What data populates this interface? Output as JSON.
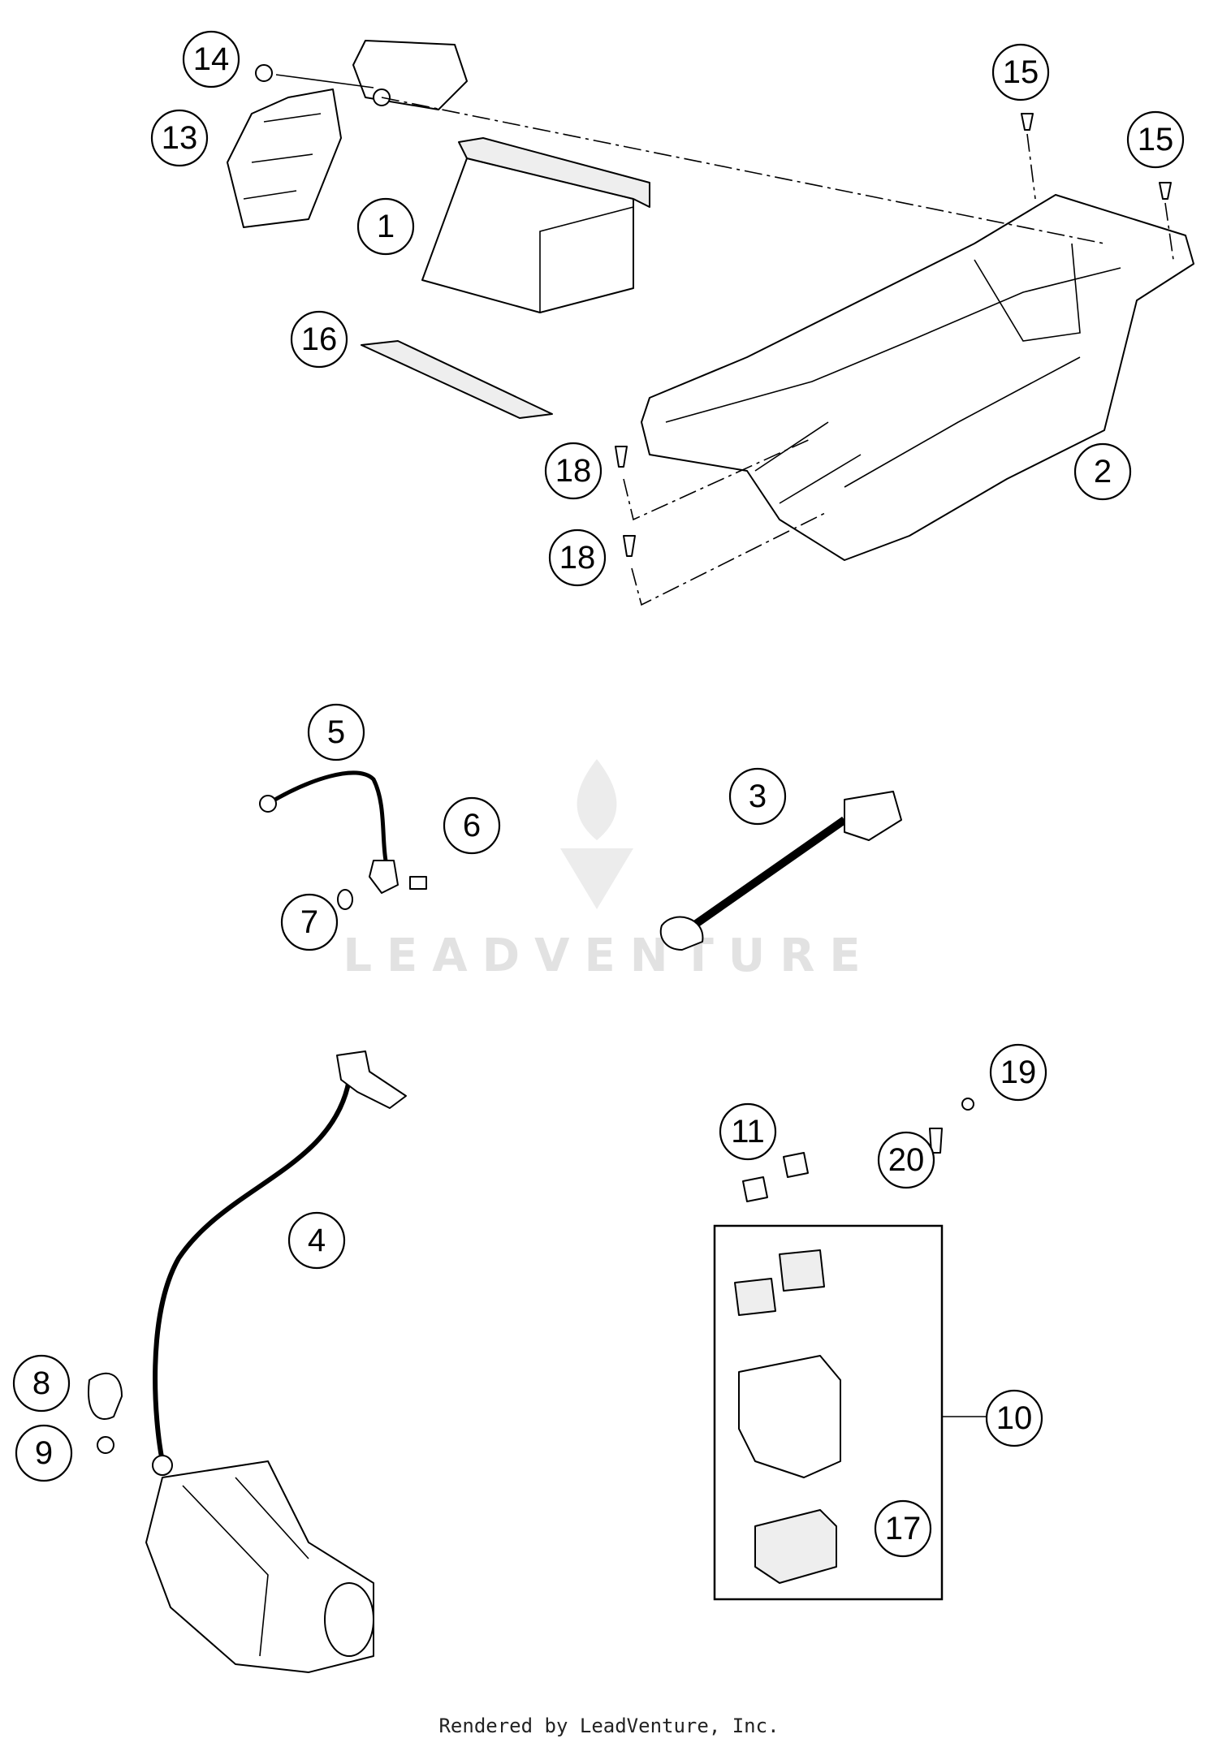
{
  "diagram": {
    "callouts": [
      {
        "label": "1"
      },
      {
        "label": "2"
      },
      {
        "label": "3"
      },
      {
        "label": "4"
      },
      {
        "label": "5"
      },
      {
        "label": "6"
      },
      {
        "label": "7"
      },
      {
        "label": "8"
      },
      {
        "label": "9"
      },
      {
        "label": "10"
      },
      {
        "label": "11"
      },
      {
        "label": "13"
      },
      {
        "label": "14"
      },
      {
        "label": "15"
      },
      {
        "label": "15"
      },
      {
        "label": "16"
      },
      {
        "label": "17"
      },
      {
        "label": "18"
      },
      {
        "label": "18"
      },
      {
        "label": "19"
      },
      {
        "label": "20"
      }
    ]
  },
  "watermark": {
    "text": "LEADVENTURE"
  },
  "footer": {
    "credit": "Rendered by LeadVenture, Inc."
  }
}
